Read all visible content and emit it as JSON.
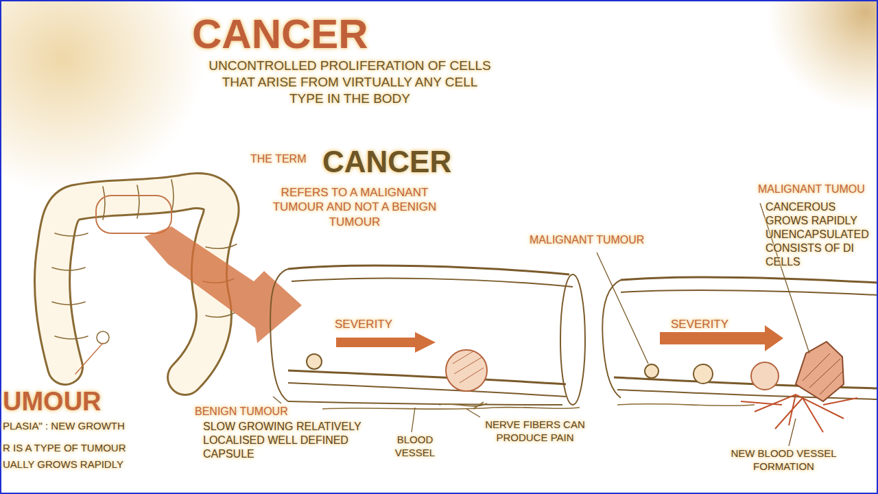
{
  "diagram": {
    "title": "CANCER",
    "labels": [
      "UNCONTROLLED PROLIFERATION OF CELLS THAT ARISE FROM VIRTUALLY ANY CELL TYPE IN THE BODY",
      "THE TERM",
      "CANCER",
      "REFERS TO A MALIGNANT TUMOUR AND NOT A BENIGN TUMOUR",
      "MALIGNANT TUMOUR",
      "MALIGNANT TUMOU",
      "CANCEROUS GROWS RAPIDLY UNENCAPSULATED CONSISTS OF DI CELLS",
      "SEVERITY",
      "SEVERITY",
      "BENIGN TUMOUR",
      "SLOW GROWING RELATIVELY LOCALISED WELL DEFINED CAPSULE",
      "BLOOD VESSEL",
      "NERVE FIBERS CAN PRODUCE PAIN",
      "NEW BLOOD VESSEL FORMATION",
      "UMOUR",
      "PLASIA\" : NEW GROWTH",
      "R IS A TYPE OF TUMOUR",
      "UALLY GROWS RAPIDLY"
    ]
  }
}
